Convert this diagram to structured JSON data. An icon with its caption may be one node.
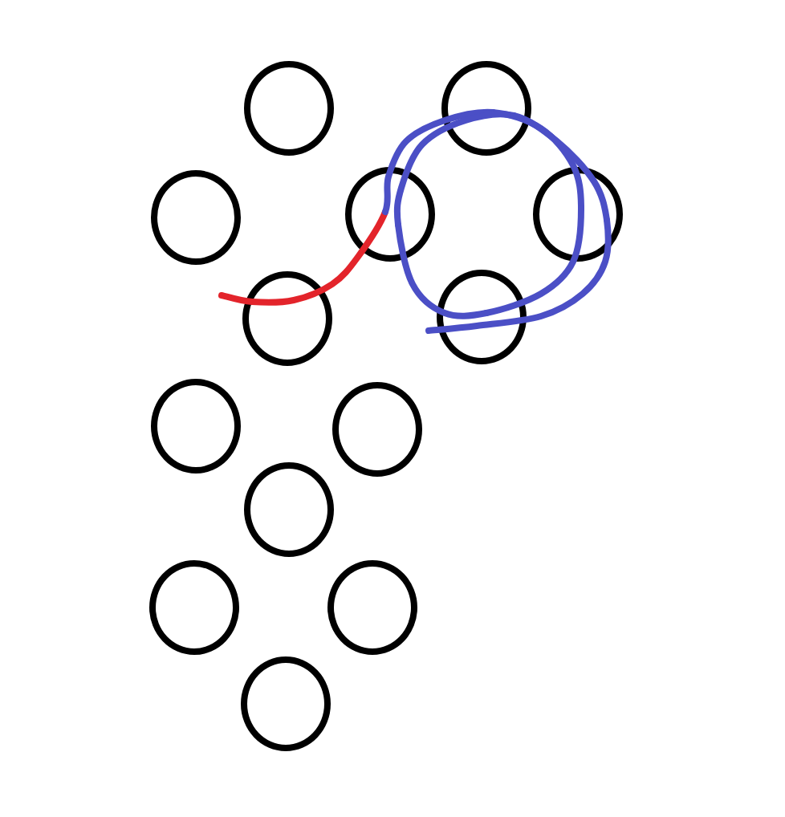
{
  "diagram": {
    "nodes": [
      {
        "text": [],
        "shape": "circle"
      },
      {
        "text": [],
        "shape": "circle"
      },
      {
        "text": [],
        "shape": "circle"
      },
      {
        "text": [],
        "shape": "circle"
      },
      {
        "text": [],
        "shape": "circle"
      },
      {
        "text": [],
        "shape": "circle"
      },
      {
        "text": [],
        "shape": "circle"
      },
      {
        "text": [],
        "shape": "circle"
      },
      {
        "text": [],
        "shape": "circle"
      },
      {
        "text": [],
        "shape": "circle"
      },
      {
        "text": [],
        "shape": "circle"
      },
      {
        "text": [],
        "shape": "circle"
      },
      {
        "text": [],
        "shape": "circle"
      }
    ],
    "edges": [
      {
        "from": null,
        "to": 3,
        "arrow": "none",
        "color": "#e3242b"
      },
      {
        "from": 3,
        "to": 1,
        "arrow": "none"
      },
      {
        "from": 1,
        "to": 4,
        "arrow": "none"
      },
      {
        "from": 4,
        "to": 6,
        "arrow": "none"
      },
      {
        "from": 6,
        "to": 3,
        "arrow": "none"
      },
      {
        "from": 3,
        "to": 1,
        "arrow": "none"
      },
      {
        "from": 1,
        "to": 4,
        "arrow": "none"
      },
      {
        "from": 4,
        "to": 6,
        "arrow": "none"
      }
    ]
  }
}
